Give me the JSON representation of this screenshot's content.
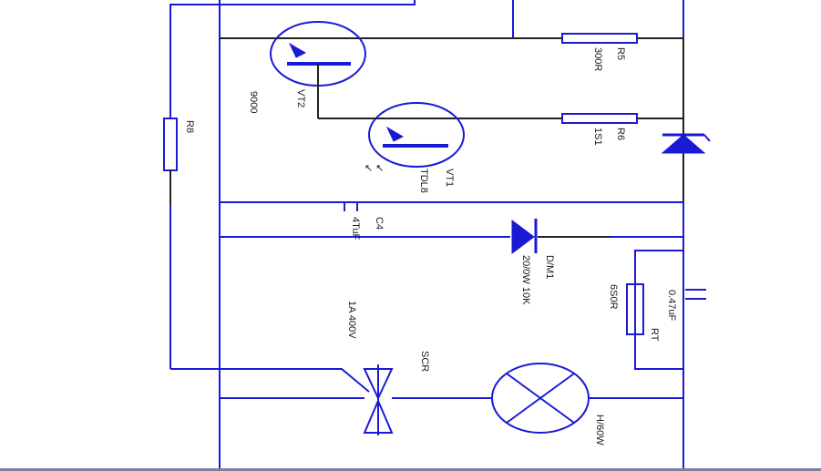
{
  "colors": {
    "wire": "#1a1ad6",
    "dark_wire": "#222222",
    "background": "#ffffff"
  },
  "components": {
    "r8": "R8",
    "vt2": {
      "name": "VT2",
      "part": "9000"
    },
    "vt1": {
      "name": "VT1",
      "part": "TDL8"
    },
    "r5": {
      "name": "R5",
      "value": "300R"
    },
    "r6": {
      "name": "R6",
      "value": "1S1"
    },
    "c4": {
      "name": "C4",
      "value": "4TuF"
    },
    "vd1": {
      "name": "D/M1",
      "value": "20/0W 10K"
    },
    "c_rt": {
      "name": "RT",
      "value": "0.47uF",
      "res": "6S0R"
    },
    "scr": {
      "name": "SCR",
      "value": "1A 400V"
    },
    "lamp": {
      "name": "H/60W"
    },
    "light_symbol": "↖ ↖"
  }
}
